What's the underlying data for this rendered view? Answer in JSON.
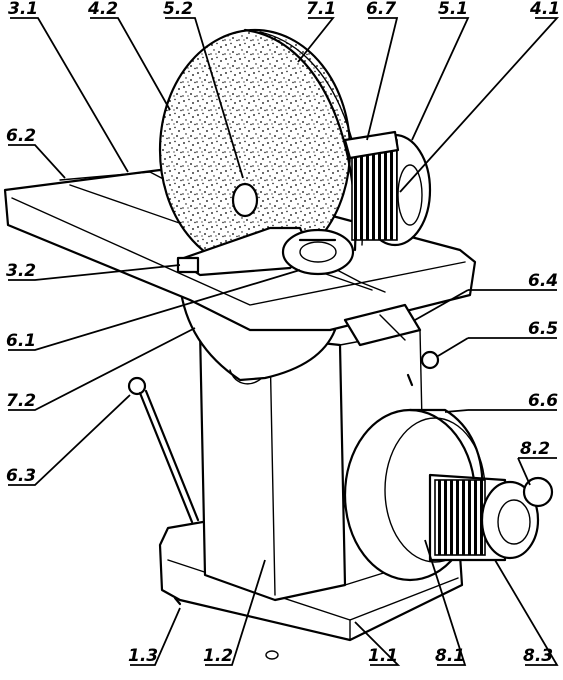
{
  "figure": {
    "callouts": [
      {
        "id": "3.1",
        "label": "3.1"
      },
      {
        "id": "4.2",
        "label": "4.2"
      },
      {
        "id": "5.2",
        "label": "5.2"
      },
      {
        "id": "7.1",
        "label": "7.1"
      },
      {
        "id": "6.7",
        "label": "6.7"
      },
      {
        "id": "5.1",
        "label": "5.1"
      },
      {
        "id": "4.1",
        "label": "4.1"
      },
      {
        "id": "6.2",
        "label": "6.2"
      },
      {
        "id": "3.2",
        "label": "3.2"
      },
      {
        "id": "6.4",
        "label": "6.4"
      },
      {
        "id": "6.5",
        "label": "6.5"
      },
      {
        "id": "6.1",
        "label": "6.1"
      },
      {
        "id": "6.6",
        "label": "6.6"
      },
      {
        "id": "7.2",
        "label": "7.2"
      },
      {
        "id": "8.2",
        "label": "8.2"
      },
      {
        "id": "6.3",
        "label": "6.3"
      },
      {
        "id": "1.3",
        "label": "1.3"
      },
      {
        "id": "1.2",
        "label": "1.2"
      },
      {
        "id": "1.1",
        "label": "1.1"
      },
      {
        "id": "8.1",
        "label": "8.1"
      },
      {
        "id": "8.3",
        "label": "8.3"
      }
    ]
  }
}
